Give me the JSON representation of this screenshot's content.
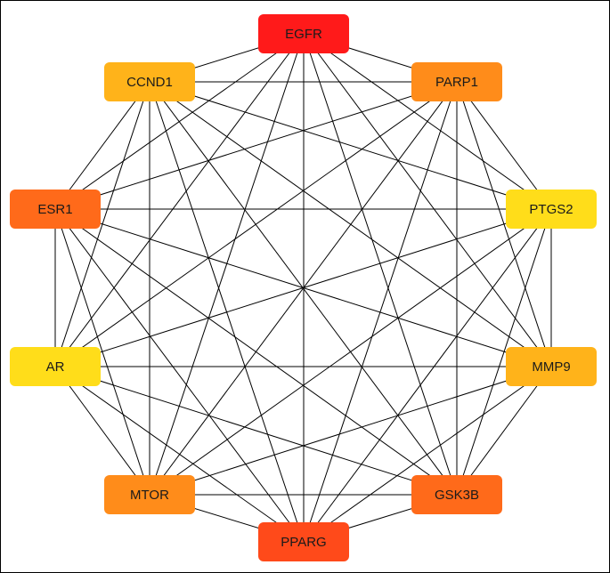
{
  "nodes": [
    {
      "id": "EGFR",
      "label": "EGFR",
      "color": "#ff1a1a"
    },
    {
      "id": "PARP1",
      "label": "PARP1",
      "color": "#ff8c1a"
    },
    {
      "id": "PTGS2",
      "label": "PTGS2",
      "color": "#ffdd1a"
    },
    {
      "id": "MMP9",
      "label": "MMP9",
      "color": "#ffb31a"
    },
    {
      "id": "GSK3B",
      "label": "GSK3B",
      "color": "#ff6a1a"
    },
    {
      "id": "PPARG",
      "label": "PPARG",
      "color": "#ff4a1a"
    },
    {
      "id": "MTOR",
      "label": "MTOR",
      "color": "#ff8c1a"
    },
    {
      "id": "AR",
      "label": "AR",
      "color": "#ffdd1a"
    },
    {
      "id": "ESR1",
      "label": "ESR1",
      "color": "#ff6a1a"
    },
    {
      "id": "CCND1",
      "label": "CCND1",
      "color": "#ffb31a"
    }
  ],
  "edge_color": "#000000",
  "fully_connected": true
}
